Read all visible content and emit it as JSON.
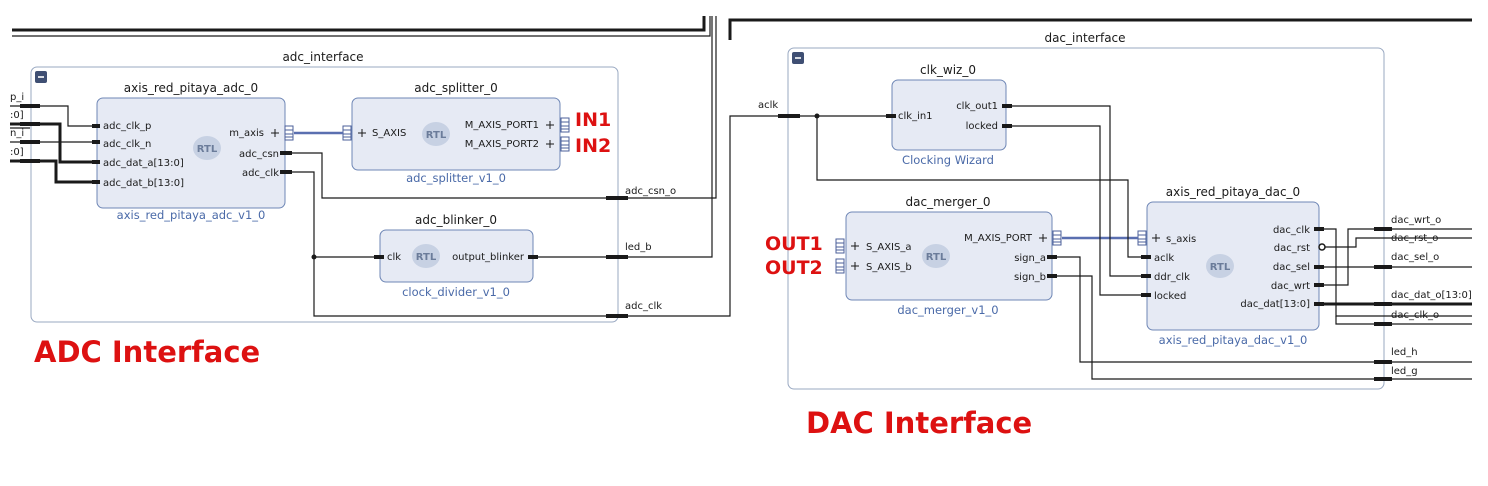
{
  "adc_interface": {
    "title": "adc_interface",
    "ext_ports": [
      "p_i",
      ":0]",
      "n_i",
      ":0]"
    ],
    "axis_red_pitaya_adc_0": {
      "title": "axis_red_pitaya_adc_0",
      "subtitle": "axis_red_pitaya_adc_v1_0",
      "in_ports": [
        "adc_clk_p",
        "adc_clk_n",
        "adc_dat_a[13:0]",
        "adc_dat_b[13:0]"
      ],
      "out_ports": [
        "m_axis",
        "adc_csn",
        "adc_clk"
      ]
    },
    "adc_splitter_0": {
      "title": "adc_splitter_0",
      "subtitle": "adc_splitter_v1_0",
      "in_port": "S_AXIS",
      "out_ports": [
        "M_AXIS_PORT1",
        "M_AXIS_PORT2"
      ]
    },
    "adc_blinker_0": {
      "title": "adc_blinker_0",
      "subtitle": "clock_divider_v1_0",
      "in_port": "clk",
      "out_port": "output_blinker"
    },
    "nets": [
      "adc_csn_o",
      "led_b",
      "adc_clk"
    ]
  },
  "dac_interface": {
    "title": "dac_interface",
    "net_in": "aclk",
    "clk_wiz_0": {
      "title": "clk_wiz_0",
      "subtitle": "Clocking Wizard",
      "in_port": "clk_in1",
      "out_ports": [
        "clk_out1",
        "locked"
      ]
    },
    "dac_merger_0": {
      "title": "dac_merger_0",
      "subtitle": "dac_merger_v1_0",
      "in_ports": [
        "S_AXIS_a",
        "S_AXIS_b"
      ],
      "out_ports": [
        "M_AXIS_PORT",
        "sign_a",
        "sign_b"
      ]
    },
    "axis_red_pitaya_dac_0": {
      "title": "axis_red_pitaya_dac_0",
      "subtitle": "axis_red_pitaya_dac_v1_0",
      "in_ports": [
        "s_axis",
        "aclk",
        "ddr_clk",
        "locked"
      ],
      "out_ports": [
        "dac_clk",
        "dac_rst",
        "dac_sel",
        "dac_wrt",
        "dac_dat[13:0]"
      ]
    },
    "out_nets": [
      "dac_wrt_o",
      "dac_rst_o",
      "dac_sel_o",
      "dac_dat_o[13:0]",
      "dac_clk_o",
      "led_h",
      "led_g"
    ]
  },
  "rtl_badge": "RTL",
  "annotations": {
    "in1": "IN1",
    "in2": "IN2",
    "out1": "OUT1",
    "out2": "OUT2",
    "adc_label": "ADC Interface",
    "dac_label": "DAC Interface"
  },
  "colors": {
    "annotation": "#dd1111",
    "block_fill": "#e6eaf4",
    "block_border": "#6f87b6",
    "subtitle": "#4a6aa8",
    "axi_bus": "#5a6fb0"
  },
  "icons": {
    "collapse": "minus-box-icon",
    "axi_port": "bus-interface-icon",
    "rtl": "rtl-badge-icon"
  }
}
